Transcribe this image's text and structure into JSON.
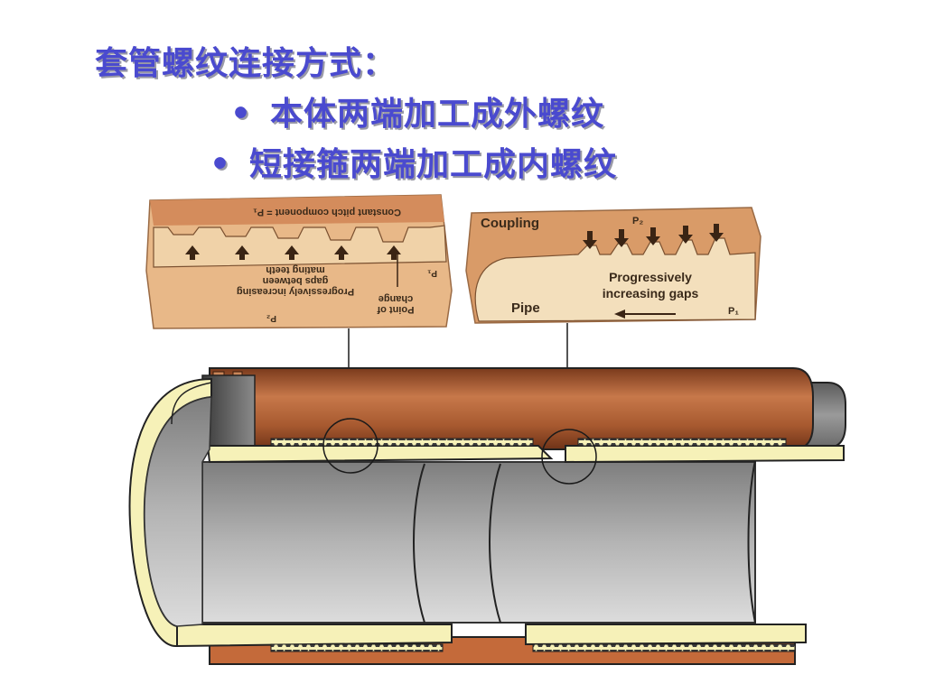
{
  "slide": {
    "title": "套管螺纹连接方式：",
    "bullets": [
      "本体两端加工成外螺纹",
      "短接箍两端加工成内螺纹"
    ],
    "bullet_symbol": "•"
  },
  "left_inset": {
    "top_label": "Constant pitch component = P₁",
    "middle_label_lines": [
      "Progressively increasing",
      "gaps between",
      "mating teeth"
    ],
    "change_label_lines": [
      "Point of",
      "change"
    ],
    "p1_label": "P₁",
    "p2_label": "P₂",
    "orientation": "upside-down"
  },
  "right_inset": {
    "coupling_label": "Coupling",
    "pipe_label": "Pipe",
    "gaps_label_lines": [
      "Progressively",
      "increasing gaps"
    ],
    "p1_label": "P₁",
    "p2_label": "P₂"
  },
  "colors": {
    "title_text": "#4a4acf",
    "inset_tan": "#d99b68",
    "inset_light": "#f2ddb8",
    "coupling_brown": "#b0653a",
    "pipe_gray": "#8c8c8c",
    "thread_cream": "#f6f1b8"
  }
}
